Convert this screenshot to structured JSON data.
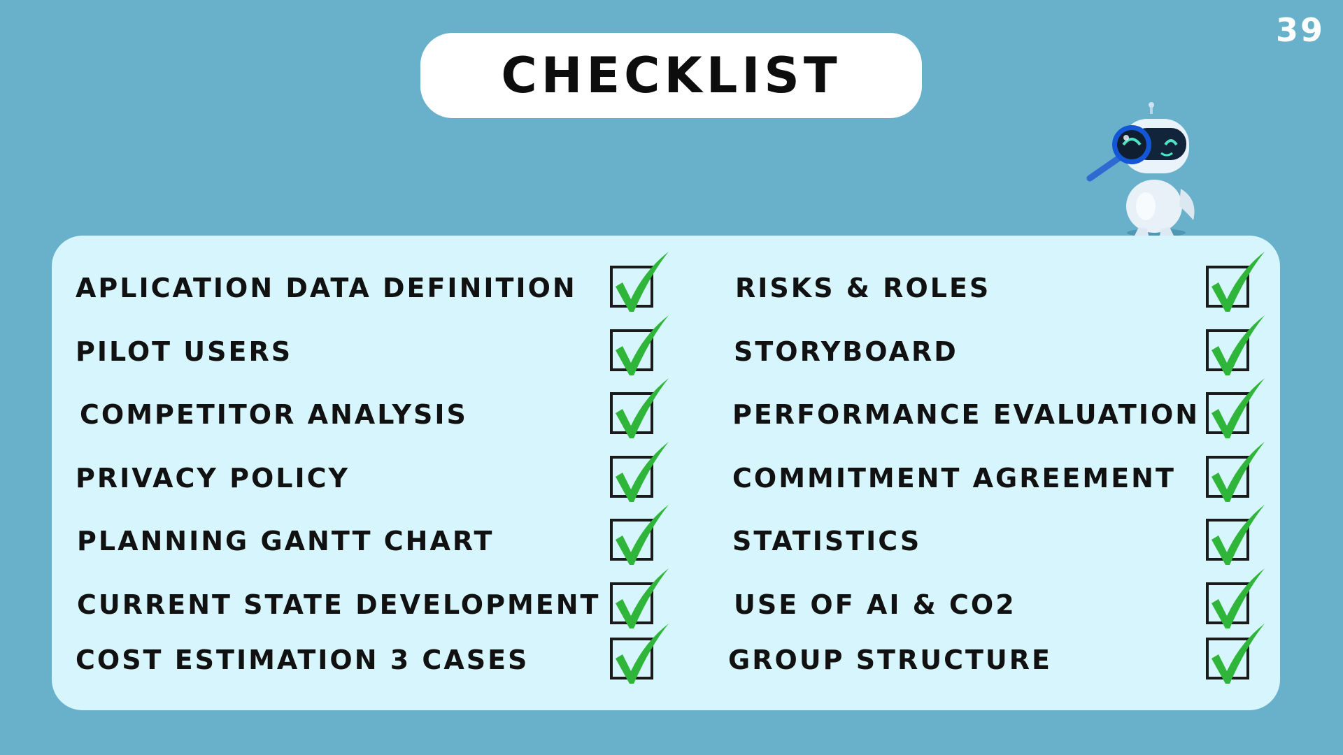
{
  "colors": {
    "background": "#69b1cb",
    "panel": "#d6f5fc",
    "check_green": "#2fb53a",
    "box_border": "#1a1a1a"
  },
  "page_number": "39",
  "title": "CHECKLIST",
  "left_items": [
    {
      "label": "APLICATION DATA DEFINITION",
      "checked": true
    },
    {
      "label": "PILOT USERS",
      "checked": true
    },
    {
      "label": "COMPETITOR ANALYSIS",
      "checked": true
    },
    {
      "label": "PRIVACY POLICY",
      "checked": true
    },
    {
      "label": "PLANNING GANTT CHART",
      "checked": true
    },
    {
      "label": "CURRENT STATE DEVELOPMENT",
      "checked": true
    },
    {
      "label": "COST ESTIMATION 3 CASES",
      "checked": true
    }
  ],
  "right_items": [
    {
      "label": "RISKS & ROLES",
      "checked": true
    },
    {
      "label": "STORYBOARD",
      "checked": true
    },
    {
      "label": "PERFORMANCE EVALUATION",
      "checked": true
    },
    {
      "label": "COMMITMENT AGREEMENT",
      "checked": true
    },
    {
      "label": "STATISTICS",
      "checked": true
    },
    {
      "label": "USE OF AI & CO2",
      "checked": true
    },
    {
      "label": "GROUP STRUCTURE",
      "checked": true
    }
  ],
  "icons": {
    "checkbox": "checked-box-icon",
    "mascot": "robot-magnifier-icon"
  }
}
